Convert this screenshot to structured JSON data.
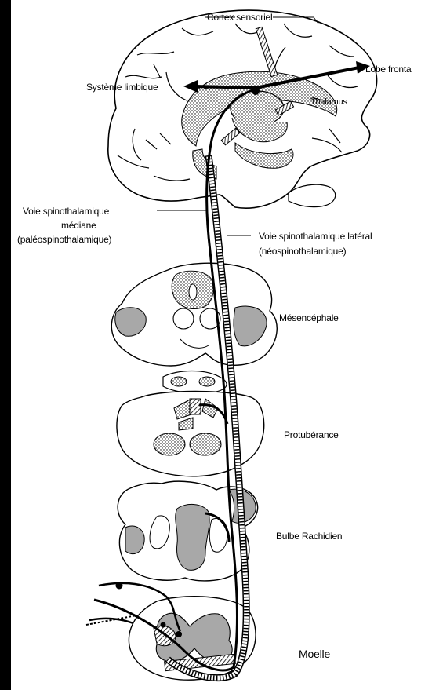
{
  "labels": {
    "cortex": "Cortex sensoriel",
    "lobe": "Lobe fronta",
    "limbique": "Système limbique",
    "thalamus": "Thalamus",
    "mediane_1": "Voie spinothalamique",
    "mediane_2": "médiane",
    "mediane_3": "(paléospinothalamique)",
    "laterale_1": "Voie spinothalamique latéral",
    "laterale_2": "(néospinothalamique)",
    "mesencephale": "Mésencéphale",
    "protuberance": "Protubérance",
    "bulbe": "Bulbe Rachidien",
    "moelle": "Moelle"
  },
  "colors": {
    "background": "#000000",
    "panel": "#ffffff",
    "ink": "#000000",
    "shading": "#a8a8a8"
  }
}
